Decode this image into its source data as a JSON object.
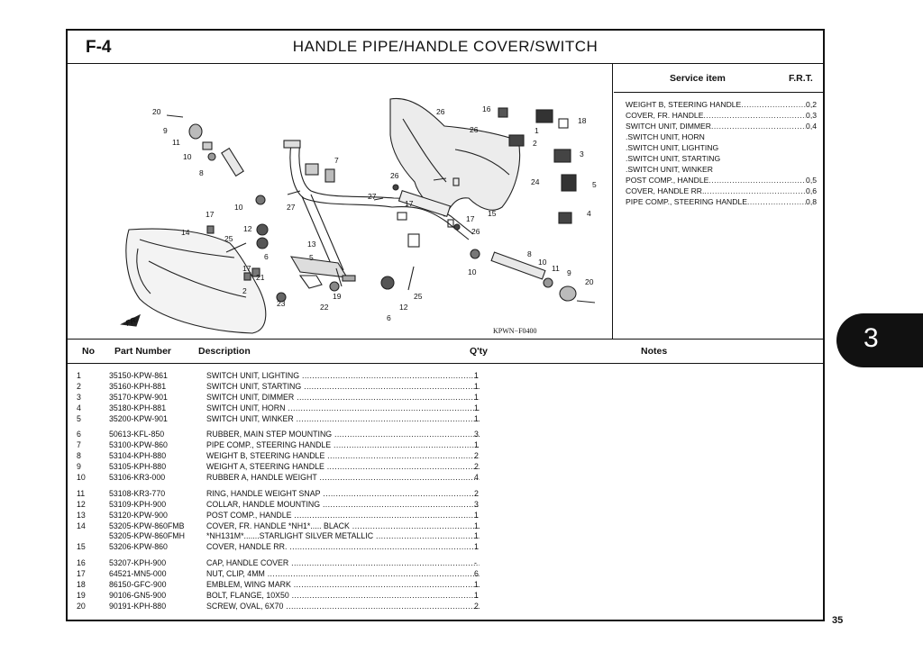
{
  "header": {
    "code": "F-4",
    "title": "HANDLE PIPE/HANDLE COVER/SWITCH"
  },
  "diagram": {
    "drawing_no": "KPWN−F0400",
    "front_label": "FR.",
    "callouts": [
      "20",
      "9",
      "11",
      "10",
      "8",
      "10",
      "17",
      "14",
      "12",
      "25",
      "6",
      "17",
      "21",
      "2",
      "23",
      "22",
      "19",
      "7",
      "27",
      "26",
      "27",
      "17",
      "13",
      "5",
      "12",
      "25",
      "6",
      "26",
      "26",
      "16",
      "18",
      "1",
      "2",
      "3",
      "24",
      "5",
      "4",
      "17",
      "26",
      "15",
      "8",
      "10",
      "11",
      "9",
      "20",
      "10"
    ]
  },
  "service": {
    "header_item": "Service item",
    "header_frt": "F.R.T.",
    "rows": [
      {
        "name": "WEIGHT B, STEERING HANDLE",
        "value": "0,2"
      },
      {
        "name": "COVER, FR. HANDLE",
        "value": "0,3"
      },
      {
        "name": "SWITCH UNIT, DIMMER",
        "value": "0,4"
      },
      {
        "name": ".SWITCH UNIT, HORN",
        "value": ""
      },
      {
        "name": ".SWITCH UNIT, LIGHTING",
        "value": ""
      },
      {
        "name": ".SWITCH UNIT, STARTING",
        "value": ""
      },
      {
        "name": ".SWITCH UNIT, WINKER",
        "value": ""
      },
      {
        "name": "POST COMP., HANDLE",
        "value": "0,5"
      },
      {
        "name": "COVER, HANDLE RR.",
        "value": "0,6"
      },
      {
        "name": "PIPE COMP., STEERING HANDLE",
        "value": "0,8"
      }
    ]
  },
  "table": {
    "col_no": "No",
    "col_part": "Part Number",
    "col_desc": "Description",
    "col_qty": "Q'ty",
    "col_notes": "Notes"
  },
  "parts": [
    {
      "no": "1",
      "part": "35150-KPW-861",
      "desc": "SWITCH UNIT, LIGHTING",
      "qty": "1"
    },
    {
      "no": "2",
      "part": "35160-KPH-881",
      "desc": "SWITCH UNIT, STARTING",
      "qty": "1"
    },
    {
      "no": "3",
      "part": "35170-KPW-901",
      "desc": "SWITCH UNIT, DIMMER",
      "qty": "1"
    },
    {
      "no": "4",
      "part": "35180-KPH-881",
      "desc": "SWITCH UNIT, HORN",
      "qty": "1"
    },
    {
      "no": "5",
      "part": "35200-KPW-901",
      "desc": "SWITCH UNIT, WINKER",
      "qty": "1",
      "gap": true
    },
    {
      "no": "6",
      "part": "50613-KFL-850",
      "desc": "RUBBER, MAIN STEP MOUNTING",
      "qty": "3"
    },
    {
      "no": "7",
      "part": "53100-KPW-860",
      "desc": "PIPE COMP., STEERING HANDLE",
      "qty": "1"
    },
    {
      "no": "8",
      "part": "53104-KPH-880",
      "desc": "WEIGHT B, STEERING HANDLE",
      "qty": "2"
    },
    {
      "no": "9",
      "part": "53105-KPH-880",
      "desc": "WEIGHT A, STEERING HANDLE",
      "qty": "2"
    },
    {
      "no": "10",
      "part": "53106-KR3-000",
      "desc": "RUBBER A, HANDLE WEIGHT",
      "qty": "4",
      "gap": true
    },
    {
      "no": "11",
      "part": "53108-KR3-770",
      "desc": "RING, HANDLE WEIGHT SNAP",
      "qty": "2"
    },
    {
      "no": "12",
      "part": "53109-KPH-900",
      "desc": "COLLAR, HANDLE MOUNTING",
      "qty": "3"
    },
    {
      "no": "13",
      "part": "53120-KPW-900",
      "desc": "POST COMP., HANDLE",
      "qty": "1"
    },
    {
      "no": "14",
      "part": "53205-KPW-860FMB",
      "desc": "COVER, FR. HANDLE *NH1*..... BLACK",
      "qty": "1"
    },
    {
      "no": "",
      "part": "53205-KPW-860FMH",
      "desc": " *NH131M*.......STARLIGHT SILVER METALLIC",
      "qty": "1"
    },
    {
      "no": "15",
      "part": "53206-KPW-860",
      "desc": "COVER, HANDLE RR.",
      "qty": "1",
      "gap": true
    },
    {
      "no": "16",
      "part": "53207-KPH-900",
      "desc": "CAP, HANDLE COVER",
      "qty": "-"
    },
    {
      "no": "17",
      "part": "64521-MN5-000",
      "desc": "NUT, CLIP, 4MM",
      "qty": "6"
    },
    {
      "no": "18",
      "part": "86150-GFC-900",
      "desc": "EMBLEM, WING MARK",
      "qty": "1"
    },
    {
      "no": "19",
      "part": "90106-GN5-900",
      "desc": "BOLT, FLANGE, 10X50",
      "qty": "1"
    },
    {
      "no": "20",
      "part": "90191-KPH-880",
      "desc": "SCREW, OVAL, 6X70",
      "qty": "2"
    }
  ],
  "side_tab": "3",
  "page_number": "35"
}
